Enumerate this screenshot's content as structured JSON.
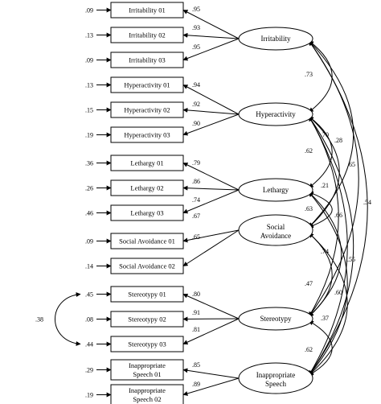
{
  "indicators": [
    {
      "label": "Irritability 01",
      "error": ".09",
      "loading": ".95",
      "factor": 0
    },
    {
      "label": "Irritability 02",
      "error": ".13",
      "loading": ".93",
      "factor": 0
    },
    {
      "label": "Irritability 03",
      "error": ".09",
      "loading": ".95",
      "factor": 0
    },
    {
      "label": "Hyperactivity 01",
      "error": ".13",
      "loading": ".94",
      "factor": 1
    },
    {
      "label": "Hyperactivity 02",
      "error": ".15",
      "loading": ".92",
      "factor": 1
    },
    {
      "label": "Hyperactivity 03",
      "error": ".19",
      "loading": ".90",
      "factor": 1
    },
    {
      "label": "Lethargy 01",
      "error": ".36",
      "loading": ".79",
      "factor": 2
    },
    {
      "label": "Lethargy 02",
      "error": ".26",
      "loading": ".86",
      "factor": 2
    },
    {
      "label": "Lethargy 03",
      "error": ".46",
      "loading": ".74",
      "factor": 2
    },
    {
      "label": "Social Avoidance 01",
      "error": ".09",
      "loading": ".67",
      "factor": 3
    },
    {
      "label": "Social Avoidance 02",
      "error": ".14",
      "loading": ".65",
      "factor": 3
    },
    {
      "label": "Stereotypy 01",
      "error": ".45",
      "loading": ".80",
      "factor": 4
    },
    {
      "label": "Stereotypy 02",
      "error": ".08",
      "loading": ".91",
      "factor": 4
    },
    {
      "label": "Stereotypy 03",
      "error": ".44",
      "loading": ".81",
      "factor": 4
    },
    {
      "label": "Inappropriate Speech 01",
      "error": ".29",
      "loading": ".85",
      "factor": 5
    },
    {
      "label": "Inappropriate Speech 02",
      "error": ".19",
      "loading": ".89",
      "factor": 5
    }
  ],
  "factors": [
    {
      "label": "Irritability"
    },
    {
      "label": "Hyperactivity"
    },
    {
      "label": "Lethargy"
    },
    {
      "label": "Social Avoidance"
    },
    {
      "label": "Stereotypy"
    },
    {
      "label": "Inappropriate Speech"
    }
  ],
  "correlations": [
    {
      "from": 0,
      "to": 1,
      "value": ".73"
    },
    {
      "from": 1,
      "to": 2,
      "value": ".62"
    },
    {
      "from": 2,
      "to": 3,
      "value": ".63"
    },
    {
      "from": 3,
      "to": 4,
      "value": ".47"
    },
    {
      "from": 4,
      "to": 5,
      "value": ".62"
    },
    {
      "from": 1,
      "to": 3,
      "value": ".70"
    },
    {
      "from": 1,
      "to": 4,
      "value": ".21"
    },
    {
      "from": 2,
      "to": 4,
      "value": ".74"
    },
    {
      "from": 1,
      "to": 5,
      "value": ".28"
    },
    {
      "from": 2,
      "to": 5,
      "value": ".66"
    },
    {
      "from": 3,
      "to": 5,
      "value": ".37"
    },
    {
      "from": 0,
      "to": 3,
      "value": ".65"
    },
    {
      "from": 1,
      "to": 6,
      "value": ".55"
    },
    {
      "from": 0,
      "to": 4,
      "value": ".60"
    },
    {
      "from": 0,
      "to": 5,
      "value": ".54"
    }
  ],
  "error_covariance": {
    "from": 11,
    "to": 13,
    "value": ".38"
  }
}
